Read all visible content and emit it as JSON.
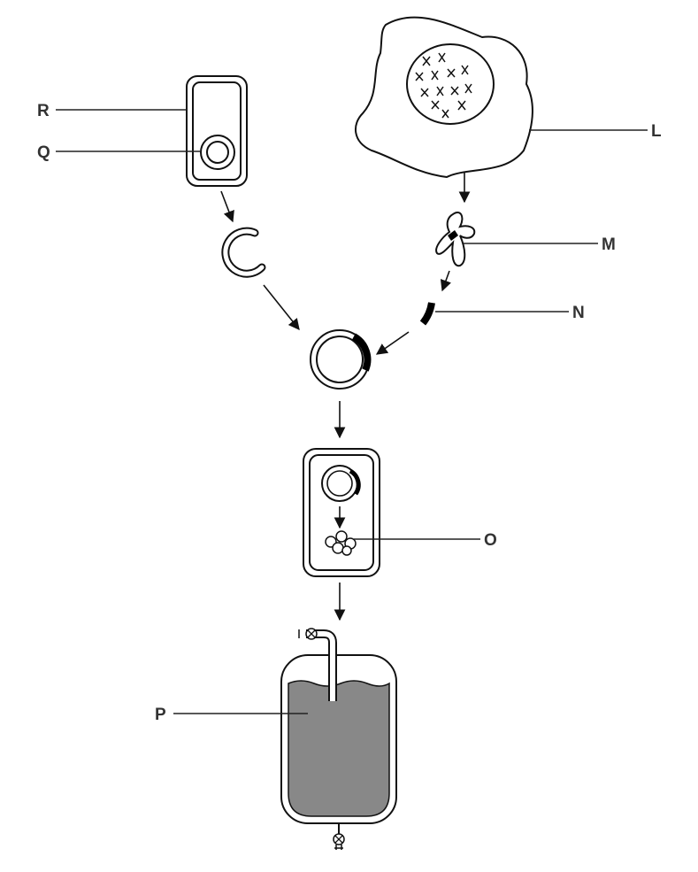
{
  "labels": {
    "R": "R",
    "Q": "Q",
    "L": "L",
    "M": "M",
    "N": "N",
    "O": "O",
    "P": "P"
  },
  "colors": {
    "outline": "#111111",
    "label_text": "#333333",
    "fermenter_liquid": "#888888",
    "dna_segment": "#000000"
  }
}
